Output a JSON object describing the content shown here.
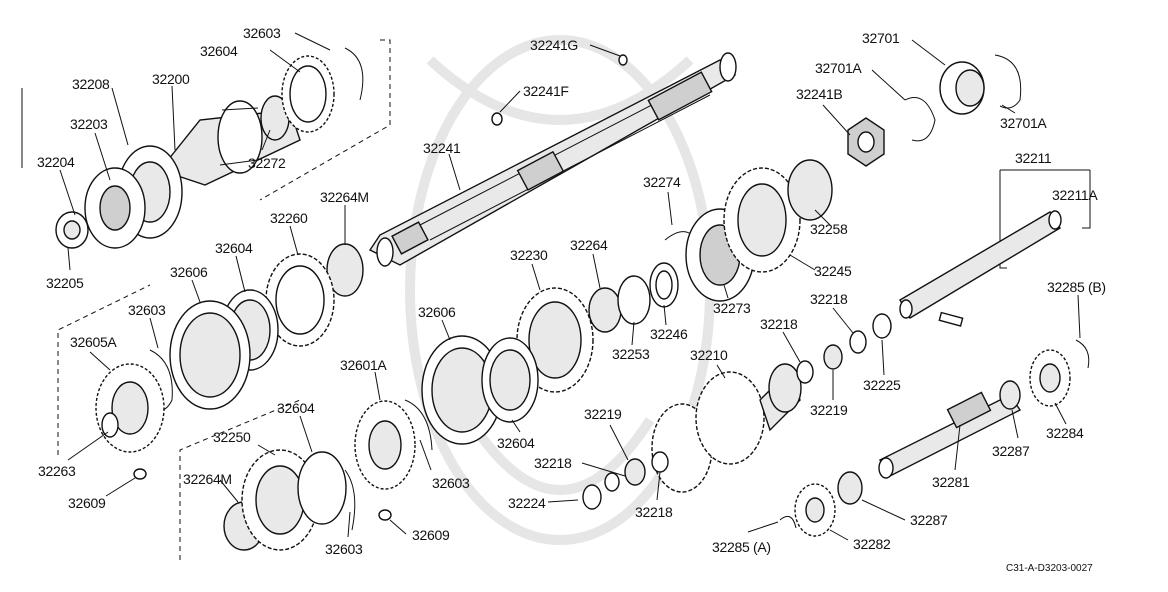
{
  "diagram_code": "C31-A-D3203-0027",
  "labels": {
    "32603_top": "32603",
    "32604_top": "32604",
    "32208": "32208",
    "32200": "32200",
    "32203": "32203",
    "32204": "32204",
    "32205": "32205",
    "32272": "32272",
    "32241G": "32241G",
    "32241F": "32241F",
    "32241": "32241",
    "32701": "32701",
    "32701A_left": "32701A",
    "32701A_right": "32701A",
    "32241B": "32241B",
    "32211": "32211",
    "32211A": "32211A",
    "32264M_top": "32264M",
    "32260": "32260",
    "32604_mid": "32604",
    "32606_left": "32606",
    "32603_left": "32603",
    "32605A": "32605A",
    "32263": "32263",
    "32609_left": "32609",
    "32274": "32274",
    "32230": "32230",
    "32264": "32264",
    "32258": "32258",
    "32245": "32245",
    "32246": "32246",
    "32273": "32273",
    "32253": "32253",
    "32218_a": "32218",
    "32218_b": "32218",
    "32219_a": "32219",
    "32225": "32225",
    "32285B": "32285 (B)",
    "32606_mid": "32606",
    "32601A": "32601A",
    "32604_low": "32604",
    "32250": "32250",
    "32264M_low": "32264M",
    "32603_mid": "32603",
    "32603_low": "32603",
    "32609_low": "32609",
    "32604_right": "32604",
    "32210": "32210",
    "32219_b": "32219",
    "32218_c": "32218",
    "32224": "32224",
    "32218_d": "32218",
    "32284": "32284",
    "32287_a": "32287",
    "32281": "32281",
    "32287_b": "32287",
    "32282": "32282",
    "32285A": "32285 (A)"
  }
}
